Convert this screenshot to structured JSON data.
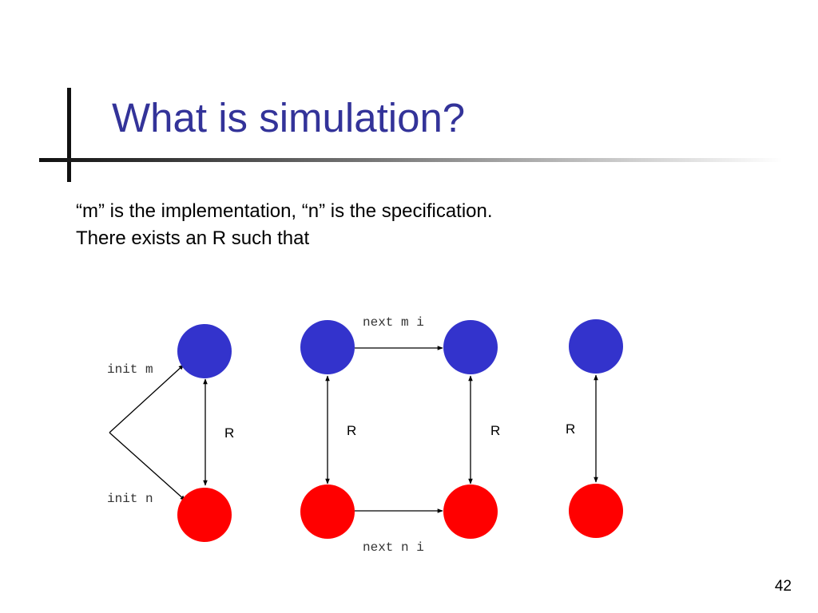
{
  "slide": {
    "title": "What is simulation?",
    "lines": [
      "“m” is the implementation, “n” is the specification.",
      "There exists an R such that"
    ],
    "page_number": "42"
  },
  "diagram": {
    "labels": {
      "init_m": "init m",
      "init_n": "init n",
      "next_m": "next m i",
      "next_n": "next n i",
      "relation": "R"
    },
    "colors": {
      "implementation_state": "#3333cc",
      "specification_state": "#ff0000",
      "arrow": "#000000"
    }
  }
}
